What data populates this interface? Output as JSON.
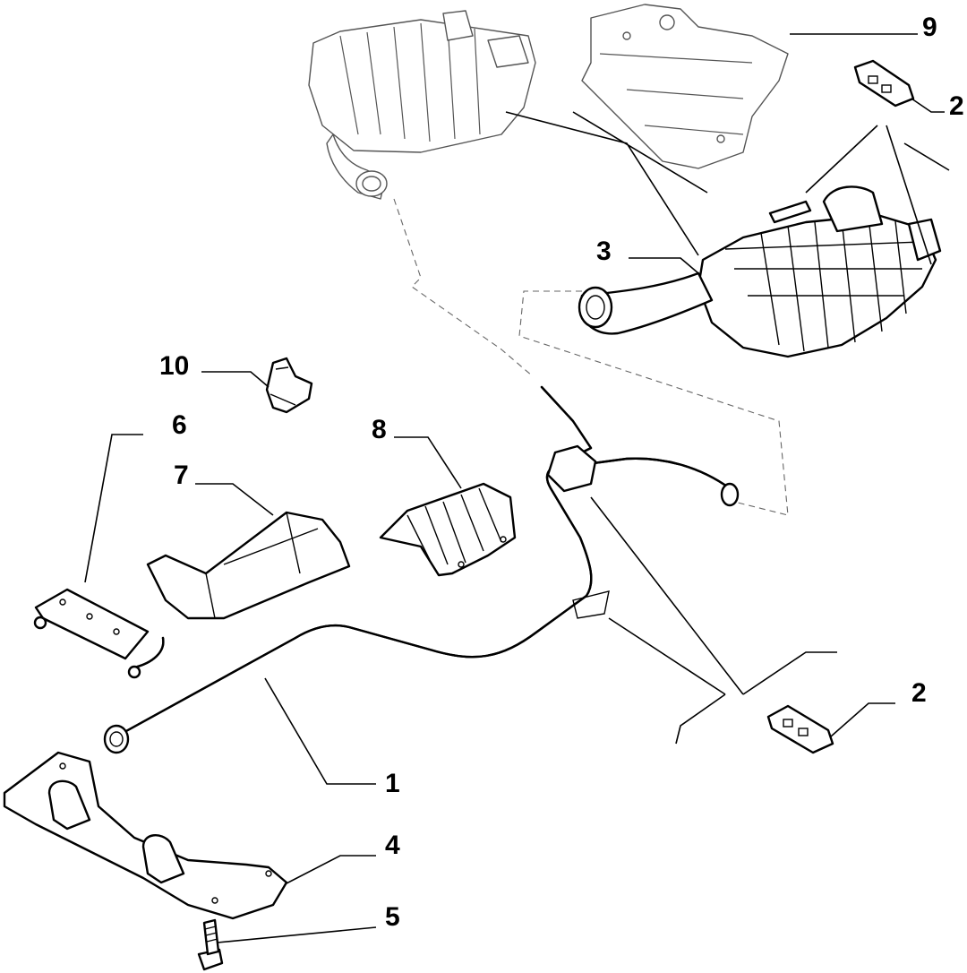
{
  "callouts": [
    {
      "id": "1",
      "label": "1"
    },
    {
      "id": "2a",
      "label": "2"
    },
    {
      "id": "2b",
      "label": "2"
    },
    {
      "id": "3",
      "label": "3"
    },
    {
      "id": "4",
      "label": "4"
    },
    {
      "id": "5",
      "label": "5"
    },
    {
      "id": "6",
      "label": "6"
    },
    {
      "id": "7",
      "label": "7"
    },
    {
      "id": "8",
      "label": "8"
    },
    {
      "id": "9",
      "label": "9"
    },
    {
      "id": "10",
      "label": "10"
    }
  ],
  "colors": {
    "ink": "#000000",
    "ghost": "#555555",
    "background": "#ffffff"
  }
}
